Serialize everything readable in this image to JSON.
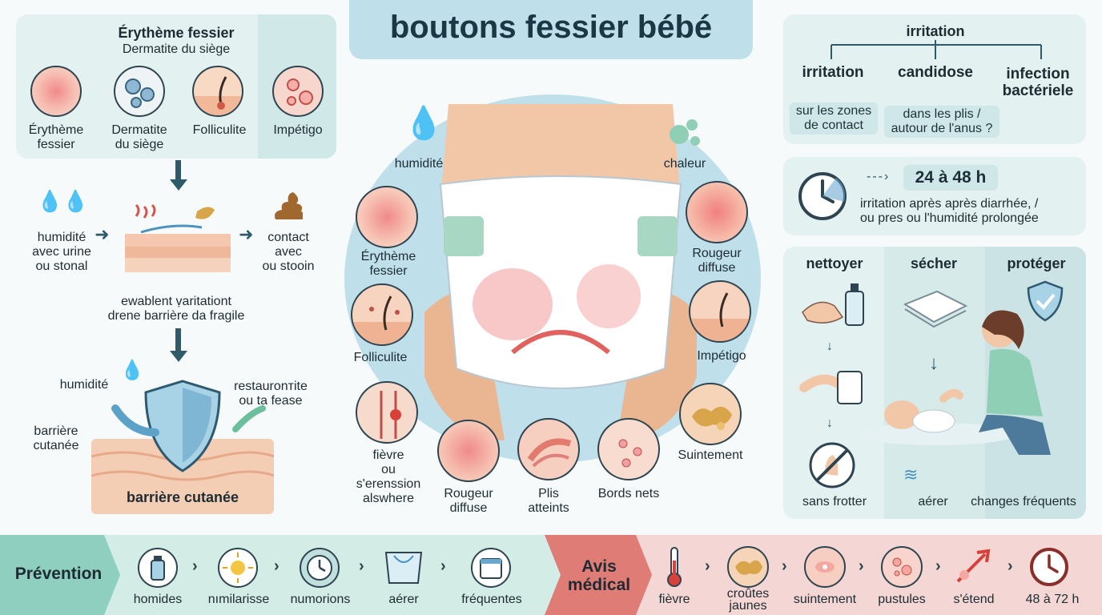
{
  "title": "boutons fessier bébé",
  "top_left": {
    "heading": "Érythème fessier",
    "subheading": "Dermatite du siège",
    "items": [
      {
        "label": "Érythème\nfessier",
        "icon": "redness-icon"
      },
      {
        "label": "Dermatite\ndu siège",
        "icon": "germs-icon"
      },
      {
        "label": "Folliculite",
        "icon": "hair-follicle-icon"
      },
      {
        "label": "Impétigo",
        "icon": "blisters-icon"
      }
    ]
  },
  "causes": {
    "left": "humidité\navec urine\nou stonal",
    "right": "contact\navec\nou stooin",
    "caption": "ewablent ṿaritationt\ndrene barrière da fragile"
  },
  "barrier": {
    "humidity": "humidité",
    "restore": "restauronтite\nou ta fease",
    "side_label": "barrière\ncutanée",
    "bottom_label": "barrière cutanée"
  },
  "center": {
    "humidity": "humidité",
    "heat": "chaleur",
    "left_labels": [
      "Érythème\nfessier",
      "Folliculite",
      "fièvre\nou\ns'erenssion\nalswhere"
    ],
    "right_labels": [
      "Rougeur\ndiffuse",
      "Impétigo",
      "Suintement"
    ],
    "bottom_labels": [
      "Rougeur\ndiffuse",
      "Plis\natteints",
      "Bords nets"
    ]
  },
  "tree": {
    "root": "irritation",
    "branches": [
      {
        "title": "irritation",
        "detail": "sur les zones\nde contact"
      },
      {
        "title": "candidose",
        "detail": "dans les plis /\nautour de l'anus ?"
      },
      {
        "title": "infection\nbactériele",
        "detail": ""
      }
    ]
  },
  "timing": {
    "duration": "24 à 48 h",
    "text": "irritation après après diarrhée, /\nou pres ou l'humidité prolongée"
  },
  "care": {
    "steps": [
      "nettoyer",
      "sécher",
      "protéger"
    ],
    "captions": [
      "sans frotter",
      "aérer",
      "changes fréquents"
    ]
  },
  "prevention": {
    "label": "Prévention",
    "items": [
      {
        "label": "homides",
        "icon": "bottle-icon"
      },
      {
        "label": "nımilarisse",
        "icon": "sun-icon"
      },
      {
        "label": "numorions",
        "icon": "clock-icon"
      },
      {
        "label": "aérer",
        "icon": "diaper-icon"
      },
      {
        "label": "fréquentes",
        "icon": "calendar-icon"
      }
    ]
  },
  "medical": {
    "label": "Avis\nmédical",
    "items": [
      {
        "label": "fièvre",
        "icon": "thermometer-icon"
      },
      {
        "label": "croûtes\njaunes",
        "icon": "crust-icon"
      },
      {
        "label": "suintement",
        "icon": "oozing-icon"
      },
      {
        "label": "pustules",
        "icon": "pustule-icon"
      },
      {
        "label": "s'étend",
        "icon": "spreading-icon"
      },
      {
        "label": "48 à 72 h",
        "icon": "clock-icon"
      }
    ]
  },
  "colors": {
    "teal_panel": "#e3f1f1",
    "title_bg": "#bfe0ea",
    "prevention_bg": "#d4ece6",
    "medical_bg": "#f4d6d4",
    "medical_accent": "#e07c76",
    "skin": "#f2c7a8",
    "redness": "#f08a8a"
  }
}
